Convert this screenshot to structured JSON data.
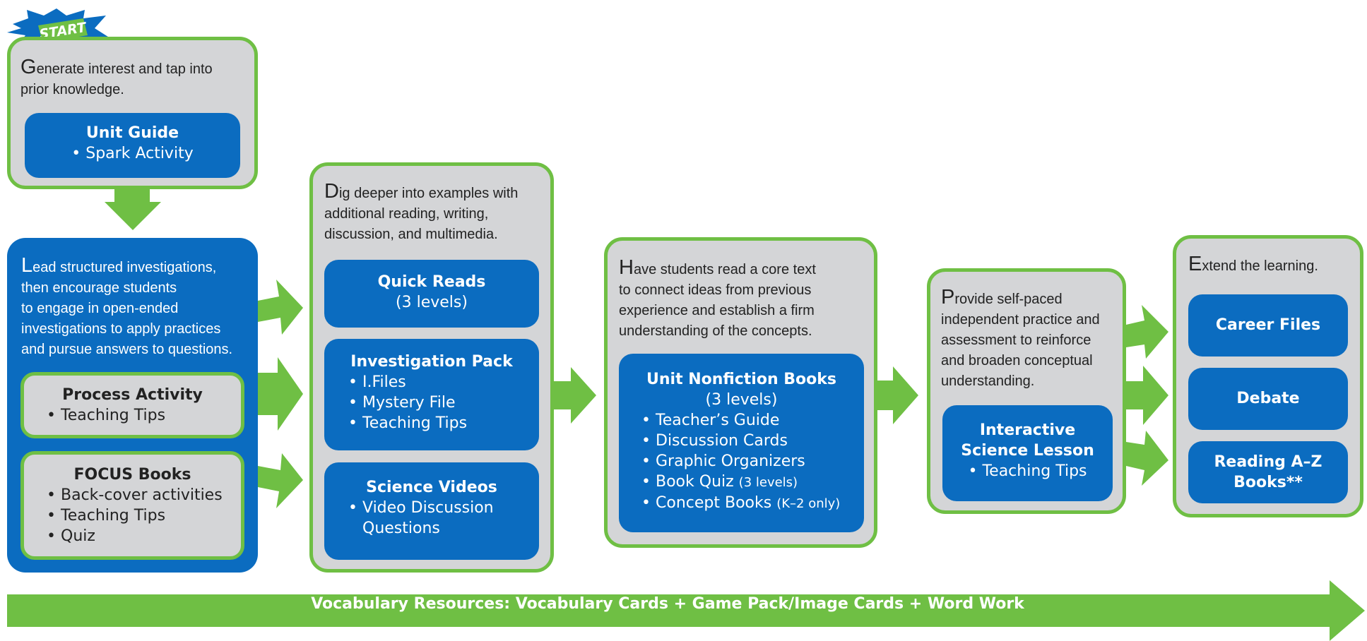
{
  "start": {
    "label": "START"
  },
  "colors": {
    "green": "#6fbf44",
    "blue": "#0b6cc0",
    "grey": "#d4d5d7"
  },
  "stage1": {
    "intro_cap": "G",
    "intro_rest": "enerate interest and tap into",
    "intro_line2": "prior knowledge.",
    "card": {
      "title": "Unit Guide",
      "items": [
        "Spark Activity"
      ]
    }
  },
  "stage2": {
    "intro_cap": "L",
    "intro_lines": [
      "ead structured investigations,",
      "then encourage students",
      "to engage in open-ended",
      "investigations to apply practices",
      "and pursue answers to questions."
    ],
    "cards": [
      {
        "title": "Process Activity",
        "items": [
          "Teaching Tips"
        ]
      },
      {
        "title": "FOCUS Books",
        "items": [
          "Back-cover activities",
          "Teaching Tips",
          "Quiz"
        ]
      }
    ]
  },
  "stage3": {
    "intro_cap": "D",
    "intro_lines": [
      "ig deeper into examples with",
      "additional reading, writing,",
      "discussion, and multimedia."
    ],
    "cards": [
      {
        "title": "Quick Reads",
        "subtitle": "(3 levels)",
        "items": []
      },
      {
        "title": "Investigation Pack",
        "items": [
          "I.Files",
          "Mystery File",
          "Teaching Tips"
        ]
      },
      {
        "title": "Science Videos",
        "items": [
          "Video Discussion Questions"
        ]
      }
    ]
  },
  "stage4": {
    "intro_cap": "H",
    "intro_lines": [
      "ave students read a core text",
      "to connect ideas from previous",
      "experience and establish a firm",
      "understanding of the concepts."
    ],
    "card": {
      "title": "Unit Nonfiction Books",
      "subtitle": "(3 levels)",
      "items": [
        "Teacher’s Guide",
        "Discussion Cards",
        "Graphic Organizers"
      ],
      "item_quiz": "Book Quiz",
      "item_quiz_note": "(3 levels)",
      "item_concept": "Concept Books",
      "item_concept_note": "(K–2 only)"
    }
  },
  "stage5": {
    "intro_cap": "P",
    "intro_lines": [
      "rovide self-paced",
      "independent practice and",
      "assessment to reinforce",
      "and broaden conceptual",
      "understanding."
    ],
    "card": {
      "title_line1": "Interactive",
      "title_line2": "Science Lesson",
      "items": [
        "Teaching Tips"
      ]
    }
  },
  "stage6": {
    "intro_cap": "E",
    "intro_rest": "xtend the learning.",
    "cards": [
      {
        "title": "Career Files"
      },
      {
        "title": "Debate"
      },
      {
        "title_line1": "Reading A–Z",
        "title_line2": "Books**"
      }
    ]
  },
  "bottom": {
    "label": "Vocabulary Resources: Vocabulary Cards + Game Pack/Image Cards + Word Work"
  }
}
